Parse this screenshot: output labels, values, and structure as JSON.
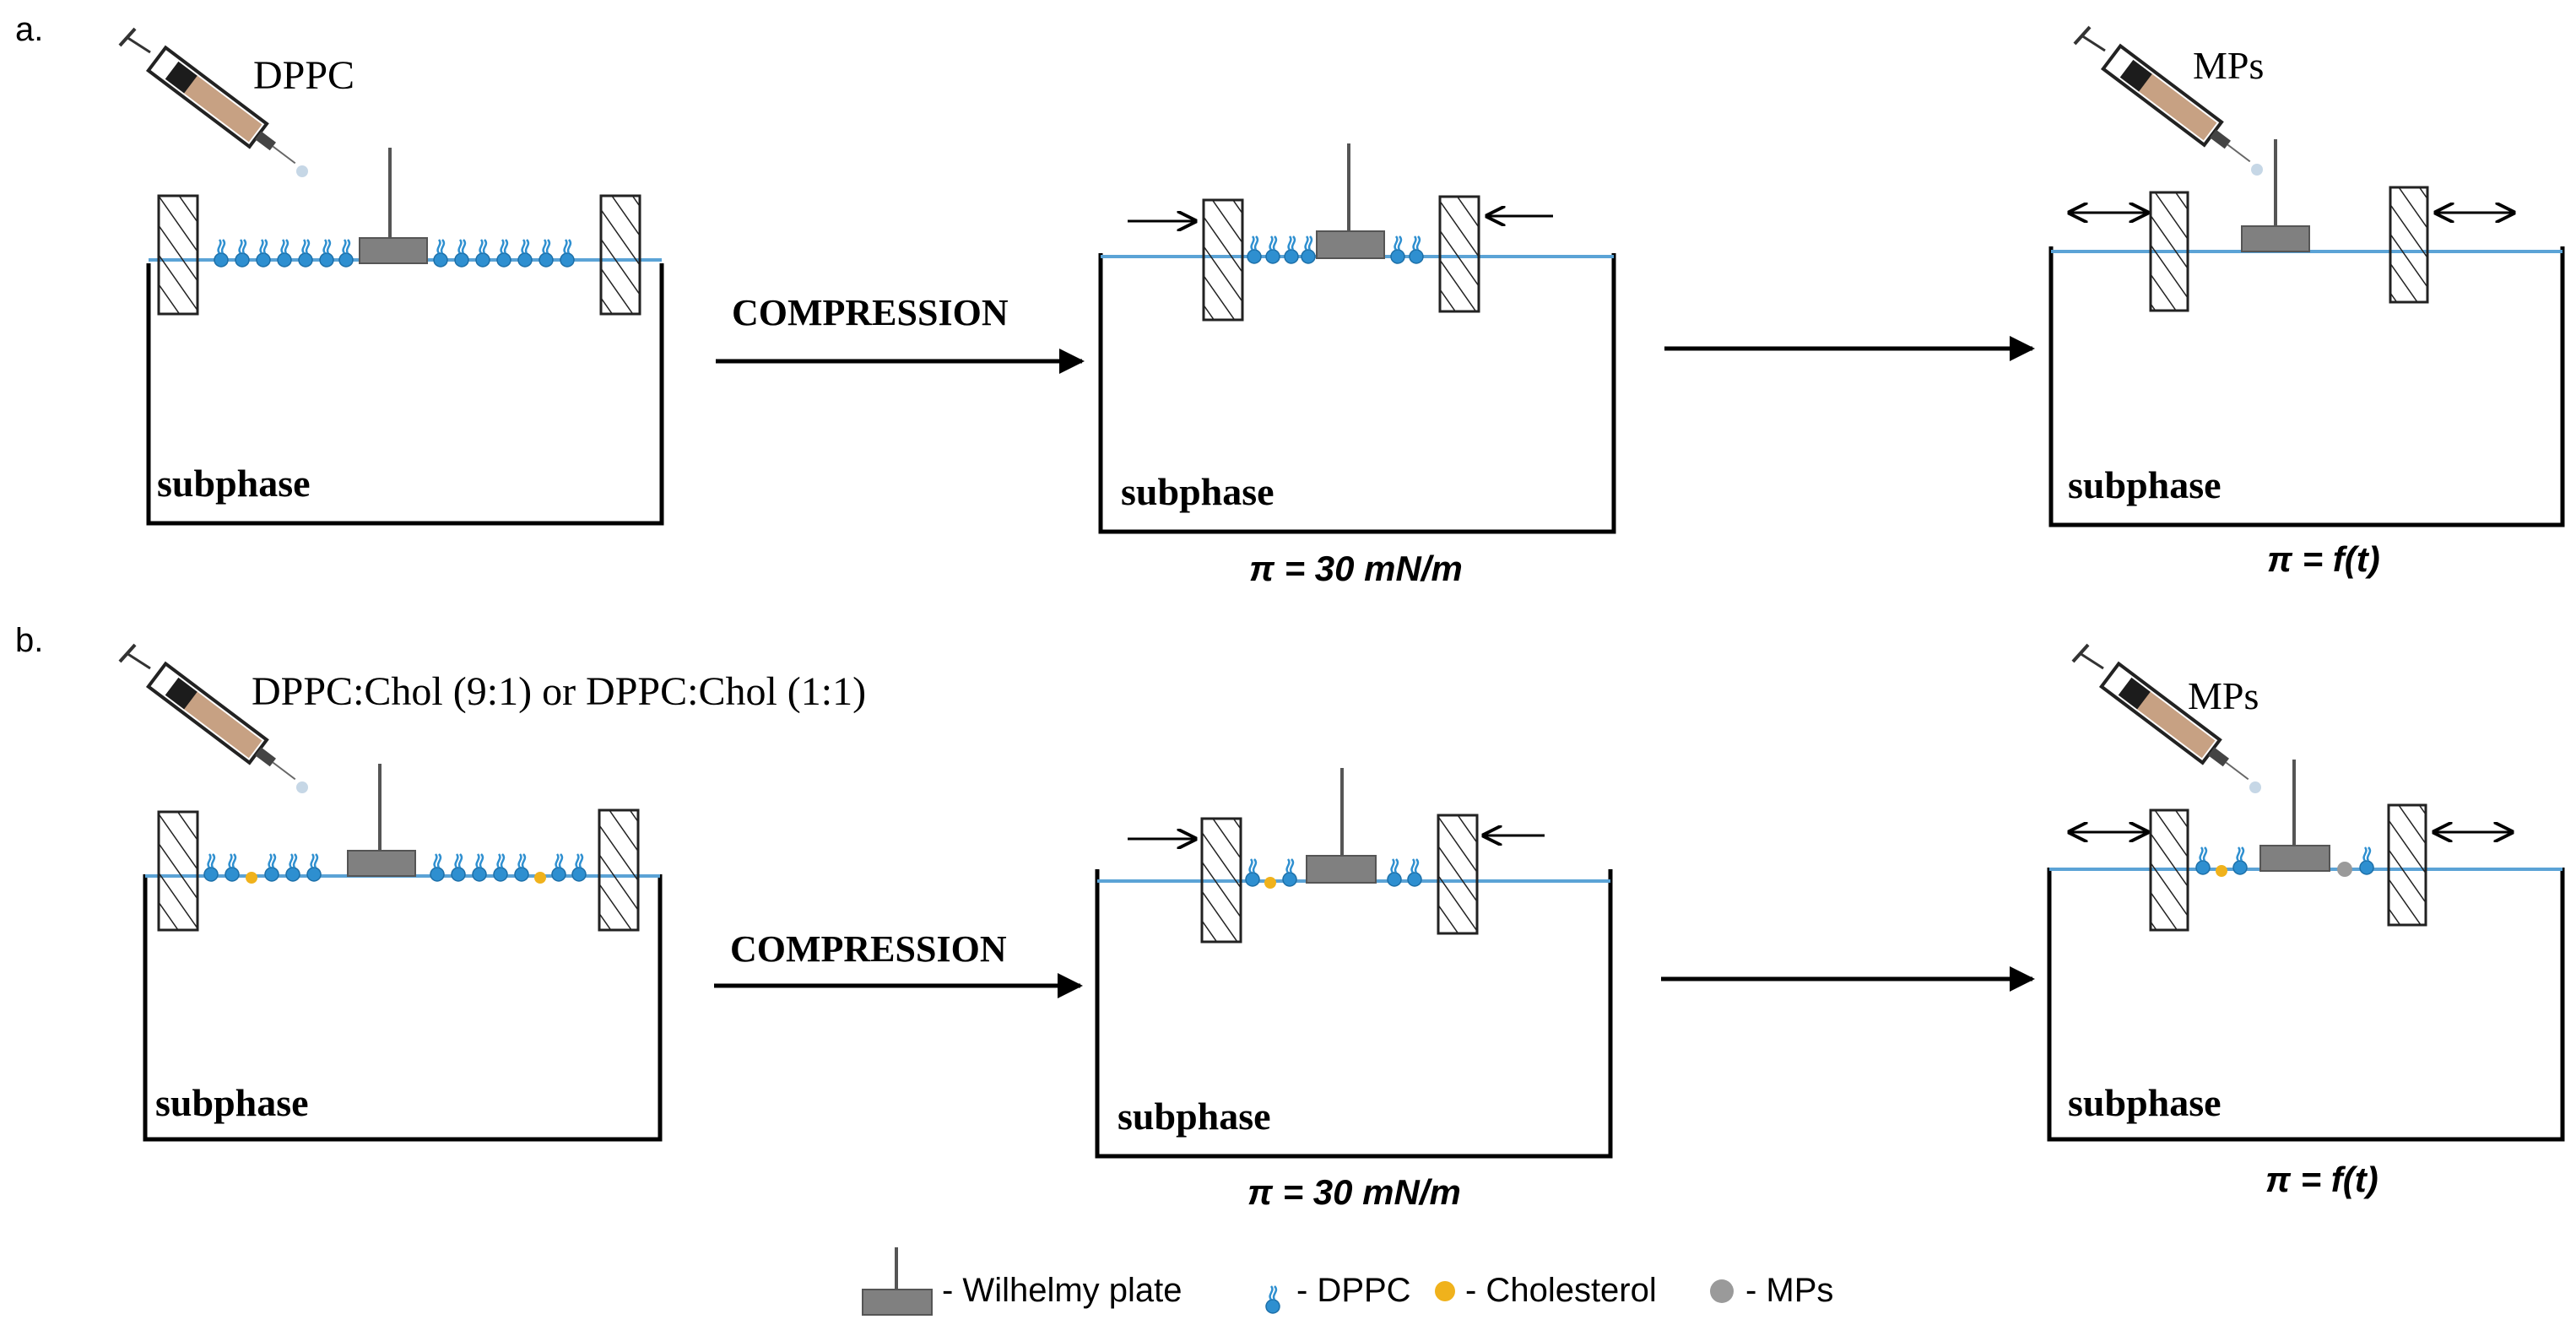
{
  "panel_a": {
    "label": "a.",
    "reagent": "DPPC",
    "compression_label": "COMPRESSION",
    "stage1_subphase": "subphase",
    "stage2_subphase": "subphase",
    "stage3_subphase": "subphase",
    "stage2_pressure": "π = 30 mN/m",
    "stage3_reagent": "MPs",
    "stage3_pressure": "π = f(t)"
  },
  "panel_b": {
    "label": "b.",
    "reagent": "DPPC:Chol (9:1) or DPPC:Chol (1:1)",
    "compression_label": "COMPRESSION",
    "stage1_subphase": "subphase",
    "stage2_subphase": "subphase",
    "stage3_subphase": "subphase",
    "stage2_pressure": "π = 30 mN/m",
    "stage3_reagent": "MPs",
    "stage3_pressure": "π = f(t)"
  },
  "legend": {
    "wilhelmy": "- Wilhelmy plate",
    "dppc": "- DPPC",
    "cholesterol": "- Cholesterol",
    "mps": "- MPs"
  },
  "colors": {
    "water": "#5ba3d6",
    "dppc": "#2e8fd0",
    "cholesterol": "#f0b21c",
    "mps": "#9a9a9a",
    "plate": "#808080",
    "ink": "#000000"
  }
}
